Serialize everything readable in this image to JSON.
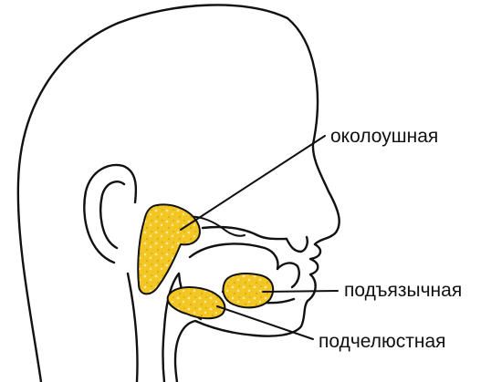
{
  "labels": {
    "parotid": "околоушная",
    "sublingual": "подъязычная",
    "submandibular": "подчелюстная"
  },
  "colors": {
    "outline": "#111111",
    "gland_fill": "#f2c623",
    "gland_texture": "#fbe79a",
    "background": "#ffffff"
  }
}
